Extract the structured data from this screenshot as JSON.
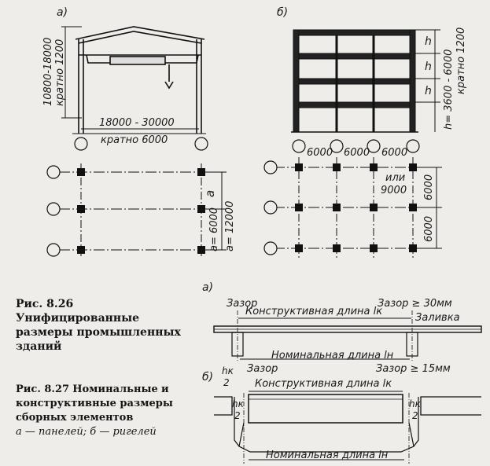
{
  "fig26": {
    "label_a": "а)",
    "label_b": "б)",
    "height_range": "10800-18000",
    "height_mult": "кратно 1200",
    "span_range": "18000 - 30000",
    "span_mult": "кратно 6000",
    "storey_h": "h",
    "storey_range": "h= 3600 - 6000",
    "storey_mult": "кратно 1200",
    "bay": "6000",
    "bay_alt": "или",
    "bay_alt_val": "9000",
    "grid_a": "a",
    "grid_a1": "a= 6000",
    "grid_a2": "a= 12000",
    "grid_6000": "6000",
    "caption_num": "Рис. 8.26",
    "caption_text": "Унифицированные размеры промышленных зданий"
  },
  "fig27": {
    "label_a": "а)",
    "label_b": "б)",
    "gap": "Зазор",
    "gap_30": "Зазор ≥ 30мм",
    "gap_15": "Зазор ≥ 15мм",
    "grout": "Заливка",
    "constr_len": "Конструктивная длина lк",
    "nom_len": "Номинальная длина lн",
    "hk": "hк",
    "two": "2",
    "caption_num": "Рис. 8.27",
    "caption_l1": "Номинальные",
    "caption_l2": "и конструктивные размеры сборных элементов",
    "caption_l3a": "а — панелей;",
    "caption_l3b": "б — ригелей"
  }
}
